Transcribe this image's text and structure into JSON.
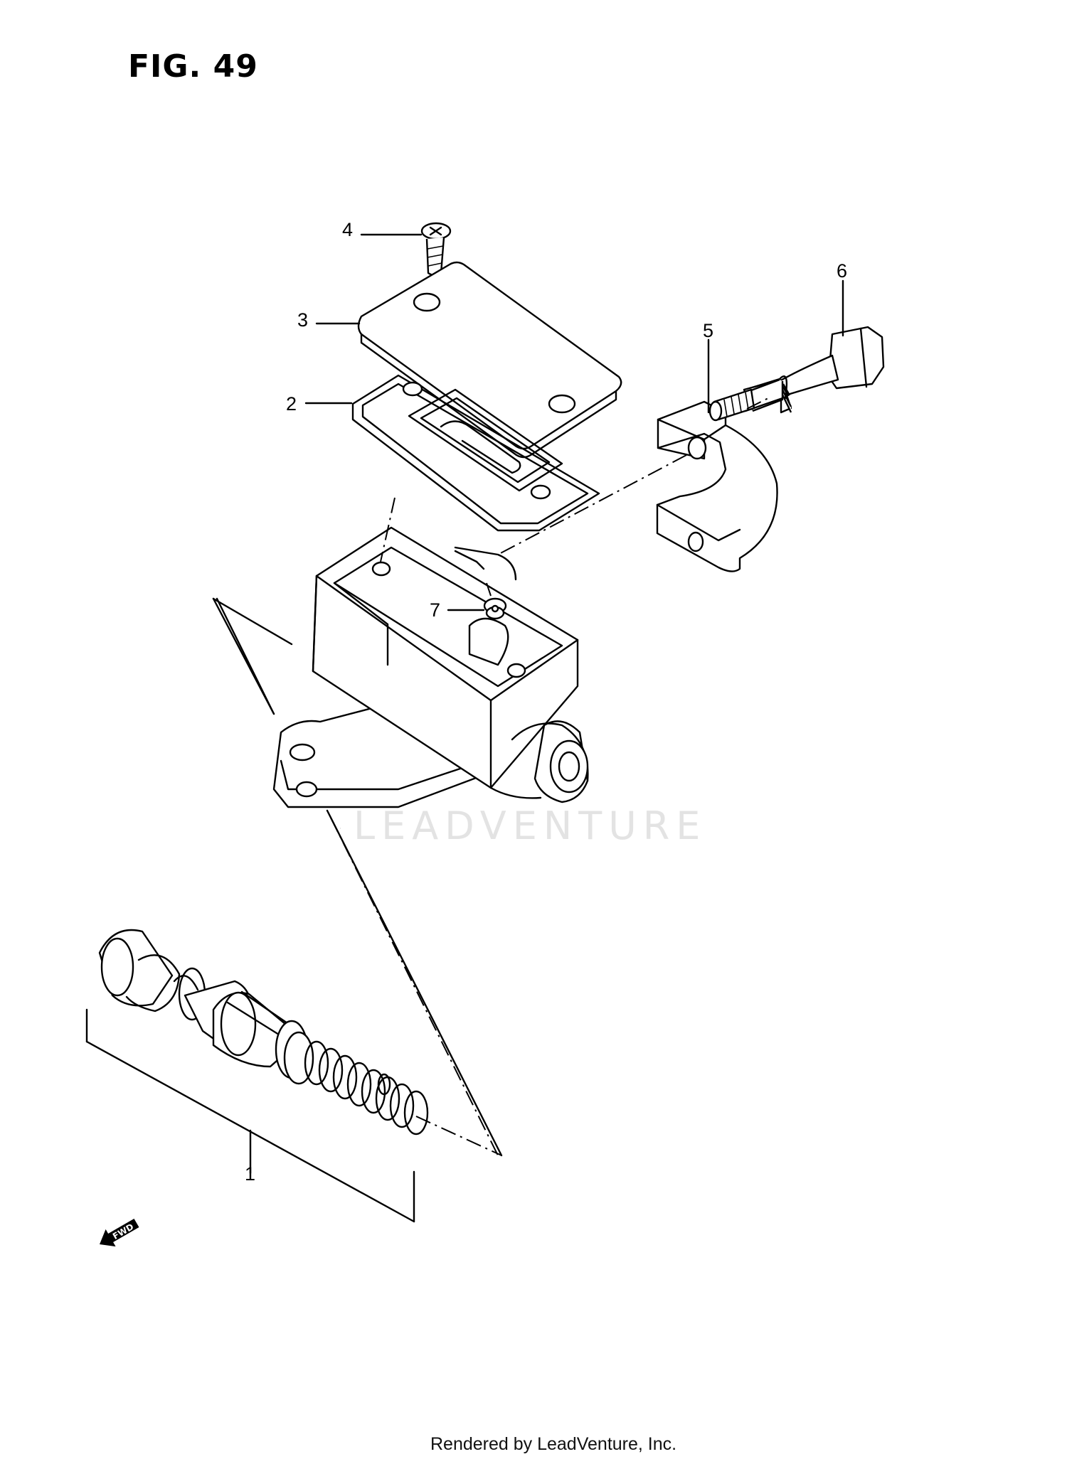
{
  "figure": {
    "title": "FIG. 49"
  },
  "callouts": [
    {
      "id": "1",
      "text": "1"
    },
    {
      "id": "2",
      "text": "2"
    },
    {
      "id": "3",
      "text": "3"
    },
    {
      "id": "4",
      "text": "4"
    },
    {
      "id": "5",
      "text": "5"
    },
    {
      "id": "6",
      "text": "6"
    },
    {
      "id": "7",
      "text": "7"
    }
  ],
  "direction_marker": {
    "text": "FWD",
    "icon": "fwd-arrow-icon"
  },
  "watermark": {
    "text": "LEADVENTURE"
  },
  "footer": {
    "text": "Rendered by LeadVenture, Inc."
  }
}
